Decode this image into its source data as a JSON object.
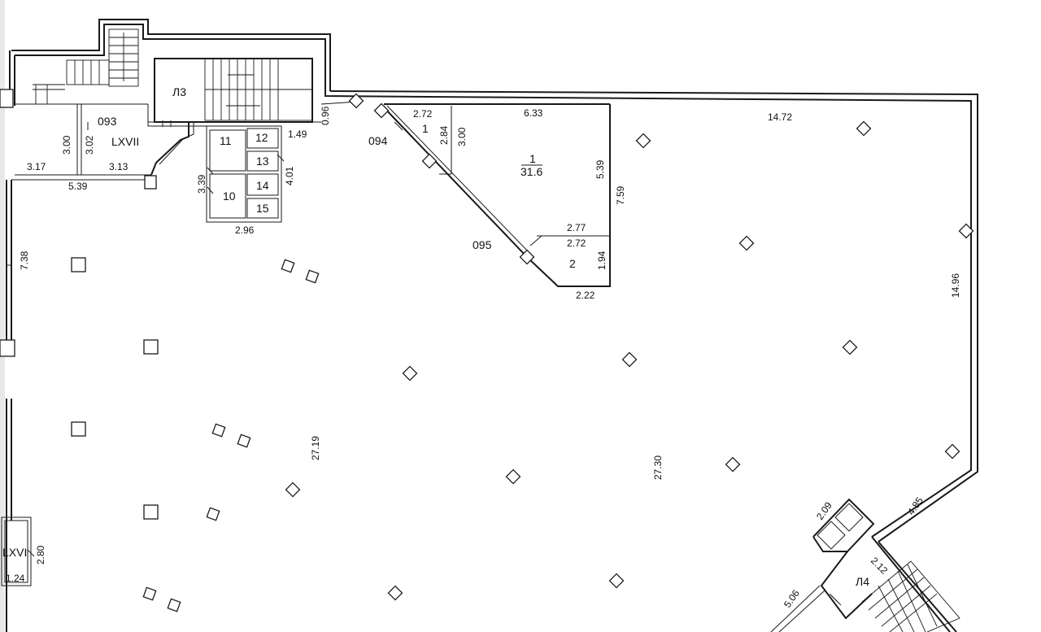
{
  "plan": {
    "rooms": {
      "r093": "093",
      "lxvii": "LXVII",
      "l3": "Л3",
      "r094": "094",
      "r095": "095",
      "r1_small": "1",
      "r1_big_num": "1",
      "r1_big_area": "31.6",
      "r2": "2",
      "r10": "10",
      "r11": "11",
      "r12": "12",
      "r13": "13",
      "r14": "14",
      "r15": "15",
      "lxvi": "LXVI",
      "l4": "Л4"
    },
    "dims": {
      "d300a": "3.00",
      "d302": "3.02",
      "d317": "3.17",
      "d313": "3.13",
      "d539a": "5.39",
      "d149": "1.49",
      "d096": "0.96",
      "d339": "3.39",
      "d401": "4.01",
      "d296": "2.96",
      "d272a": "2.72",
      "d284": "2.84",
      "d300b": "3.00",
      "d633": "6.33",
      "d539b": "5.39",
      "d759": "7.59",
      "d1472": "14.72",
      "d277": "2.77",
      "d272b": "2.72",
      "d194": "1.94",
      "d222": "2.22",
      "d738": "7.38",
      "d1496": "14.96",
      "d2719": "27.19",
      "d2730": "27.30",
      "d485": "4.85",
      "d209": "2.09",
      "d212": "2.12",
      "d506": "5.06",
      "d280": "2.80",
      "d124": "1.24"
    }
  }
}
